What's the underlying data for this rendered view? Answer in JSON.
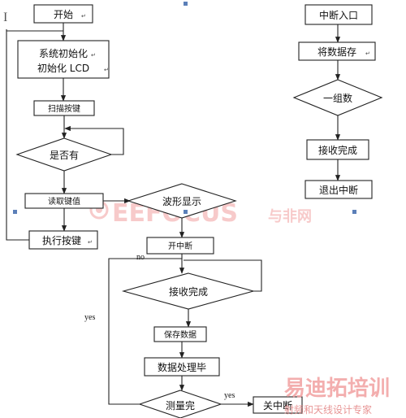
{
  "flow_main": {
    "start": "开始",
    "init_line1": "系统初始化",
    "init_line2": "初始化 LCD",
    "scan_keys": "扫描按键",
    "is_pressed": "是否有",
    "read_key": "读取键值",
    "execute_key": "执行按键",
    "waveform": "波形显示",
    "open_interrupt": "开中断",
    "receive_done": "接收完成",
    "save_data": "保存数据",
    "process_done": "数据处理毕",
    "measure_done": "测量完",
    "close_interrupt": "关中断",
    "label_no": "no",
    "label_yes_left": "yes",
    "label_yes_bottom": "yes"
  },
  "flow_isr": {
    "entry": "中断入口",
    "store": "将数据存",
    "one_group": "一组数",
    "recv_done": "接收完成",
    "exit": "退出中断"
  },
  "watermarks": {
    "center_logo": "EEFOCUS",
    "center_suffix": "与非网",
    "corner_title": "易迪拓培训",
    "corner_sub": "射频和天线设计专家"
  },
  "text_cursor": "I",
  "return_mark": "↵",
  "colors": {
    "line": "#222222",
    "watermark_red": "#f2a0a0",
    "handle_blue": "#5b7fb8"
  }
}
